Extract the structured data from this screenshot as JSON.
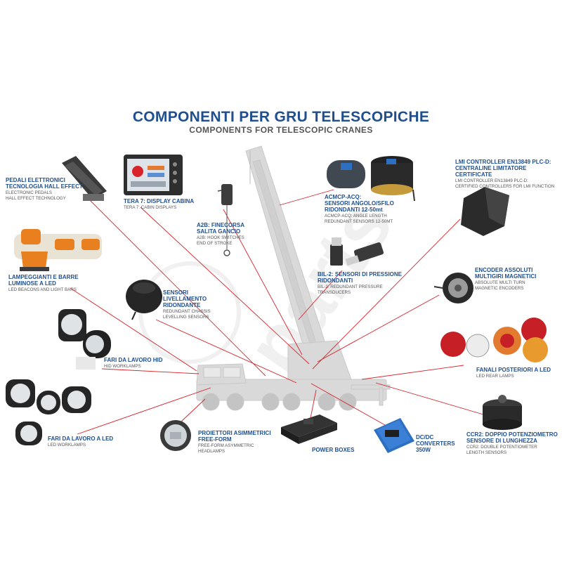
{
  "title": "COMPONENTI PER GRU TELESCOPICHE",
  "subtitle": "COMPONENTS FOR TELESCOPIC CRANES",
  "watermark": "sk parts",
  "colors": {
    "accent": "#1f4f8f",
    "line": "#d8232a",
    "sub": "#555555"
  },
  "labels": {
    "pedali": {
      "l1": "PEDALI ELETTRONICI",
      "l2": "TECNOLOGIA HALL EFFECT",
      "s1": "ELECTRONIC PEDALS",
      "s2": "HALL EFFECT TECHNOLOGY"
    },
    "tera": {
      "l1": "TERA 7: DISPLAY CABINA",
      "s1": "TERA 7: CABIN DISPLAYS"
    },
    "a2b": {
      "l1": "A2B: FINECORSA",
      "l2": "SALITA GANCIO",
      "s1": "A2B: HOOK SWITCHES",
      "s2": "END OF STROKE"
    },
    "acmcp": {
      "l1": "ACMCP-ACQ:",
      "l2": "SENSORI ANGOLO/SFILO",
      "l3": "RIDONDANTI 12-50mt",
      "s1": "ACMCP-ACQ: ANGLE LENGTH",
      "s2": "REDUNDANT SENSORS 12-50MT"
    },
    "lmi": {
      "l1": "LMI CONTROLLER EN13849 PLC-D:",
      "l2": "CENTRALINE LIMITATORE CERTIFICATE",
      "s1": "LMI CONTROLLER EN13849 PLC-D:",
      "s2": "CERTIFIED CONTROLLERS FOR LMI FUNCTION"
    },
    "lampeggianti": {
      "l1": "LAMPEGGIANTI E BARRE",
      "l2": "LUMINOSE A LED",
      "s1": "LED BEACONS AND LIGHT BARS"
    },
    "bil2": {
      "l1": "BIL-2: SENSORI DI PRESSIONE",
      "l2": "RIDONDANTI",
      "s1": "BIL-2: REDUNDANT PRESSURE",
      "s2": "TRANSDUCERS"
    },
    "encoder": {
      "l1": "ENCODER ASSOLUTI",
      "l2": "MULTIGIRI MAGNETICI",
      "s1": "ABSOLUTE MULTI TURN",
      "s2": "MAGNETIC ENCODERS"
    },
    "sensori_liv": {
      "l1": "SENSORI",
      "l2": "LIVELLAMENTO",
      "l3": "RIDONDANTE",
      "s1": "REDUNDANT CHASSIS",
      "s2": "LEVELLING SENSORS"
    },
    "fari_hid": {
      "l1": "FARI DA LAVORO HID",
      "s1": "HID WORKLAMPS"
    },
    "fanali": {
      "l1": "FANALI POSTERIORI A LED",
      "s1": "LED REAR LAMPS"
    },
    "fari_led": {
      "l1": "FARI DA LAVORO A LED",
      "s1": "LED WORKLAMPS"
    },
    "proiettori": {
      "l1": "PROIETTORI ASIMMETRICI",
      "l2": "FREE-FORM",
      "s1": "FREE-FORM ASYMMETRIC",
      "s2": "HEADLAMPS"
    },
    "power": {
      "l1": "POWER BOXES"
    },
    "dcdc": {
      "l1": "DC/DC",
      "l2": "CONVERTERS",
      "l3": "350W"
    },
    "ccr2": {
      "l1": "CCR2: DOPPIO POTENZIOMETRO",
      "l2": "SENSORE DI LUNGHEZZA",
      "s1": "CCR2: DOUBLE POTENTIOMETER",
      "s2": "LENGTH SENSORS"
    }
  }
}
